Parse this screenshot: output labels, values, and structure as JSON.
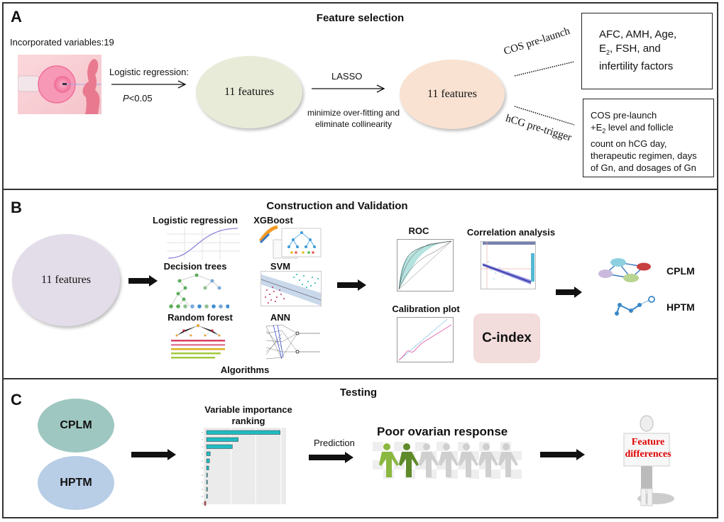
{
  "panelA": {
    "letter": "A",
    "title": "Feature selection",
    "incorporated_label": "Incorporated variables:19",
    "step1_label": "Logistic regression:",
    "step1_condition_prefix": "P",
    "step1_condition": "<0.05",
    "ellipse1": "11 features",
    "step2_label": "LASSO",
    "step2_note_line1": "minimize over-fitting and",
    "step2_note_line2": "eliminate collinearity",
    "ellipse2": "11 features",
    "branch1_label": "COS pre-launch",
    "branch2_label": "hCG pre-trigger",
    "box1_lines": [
      "AFC, AMH, Age,",
      "E",
      "2",
      ", FSH, and",
      "infertility factors"
    ],
    "box2_lines": [
      "COS pre-launch",
      "+E",
      "2",
      " level and follicle",
      "count on hCG day,",
      "therapeutic regimen, days",
      "of Gn, and dosages of Gn"
    ],
    "colors": {
      "ellipse1": "#e8ebd8",
      "ellipse2": "#f9e2d2",
      "illustration_bg": "#f6c9cf"
    }
  },
  "panelB": {
    "letter": "B",
    "title": "Construction and Validation",
    "input_ellipse": "11 features",
    "algorithms": [
      {
        "name": "Logistic regression"
      },
      {
        "name": "XGBoost"
      },
      {
        "name": "Decision trees"
      },
      {
        "name": "SVM"
      },
      {
        "name": "Random forest"
      },
      {
        "name": "ANN"
      }
    ],
    "algorithms_caption": "Algorithms",
    "validation": {
      "roc": "ROC",
      "correlation": "Correlation analysis",
      "calibration": "Calibration plot",
      "cindex": "C-index"
    },
    "outputs": [
      "CPLM",
      "HPTM"
    ],
    "colors": {
      "input_ellipse": "#e3dde9",
      "cindex_bg": "#f3dcdc"
    }
  },
  "panelC": {
    "letter": "C",
    "title": "Testing",
    "models": [
      "CPLM",
      "HPTM"
    ],
    "importance_title_line1": "Variable importance",
    "importance_title_line2": "ranking",
    "prediction_label": "Prediction",
    "response_title": "Poor ovarian response",
    "people_highlighted": 2,
    "people_total": 7,
    "sign_line1": "Feature",
    "sign_line2": "differences",
    "colors": {
      "cplm": "#9fc7c1",
      "hptm": "#b8cde6",
      "bar": "#1fbcc2",
      "bar_neg": "#d9534f",
      "sign_text": "#e00000"
    }
  },
  "chart_data": {
    "type": "bar",
    "title": "Variable importance ranking",
    "orientation": "horizontal",
    "categories": [
      "1",
      "2",
      "3",
      "4",
      "5",
      "6",
      "7",
      "8",
      "9",
      "10",
      "11"
    ],
    "values": [
      1.0,
      0.43,
      0.35,
      0.05,
      0.04,
      0.03,
      0.005,
      0.005,
      0.005,
      0.003,
      -0.02
    ],
    "xlabel": "",
    "ylabel": "",
    "grid": true
  }
}
